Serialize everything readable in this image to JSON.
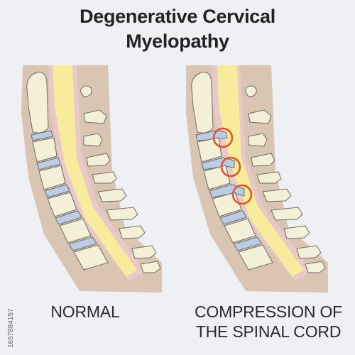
{
  "title": {
    "line1": "Degenerative Cervical",
    "line2": "Myelopathy"
  },
  "labels": {
    "normal": "NORMAL",
    "compression_line1": "COMPRESSION OF",
    "compression_line2": "THE SPINAL CORD"
  },
  "stock_id": "1657884157",
  "colors": {
    "background": "#eef0f3",
    "tissue": "#d9c5b2",
    "spinal_cord": "#f6ec9c",
    "dura": "#e8c8c8",
    "bone": "#f4f0d8",
    "disc": "#b9cde5",
    "compression_ring": "#e3502e"
  }
}
